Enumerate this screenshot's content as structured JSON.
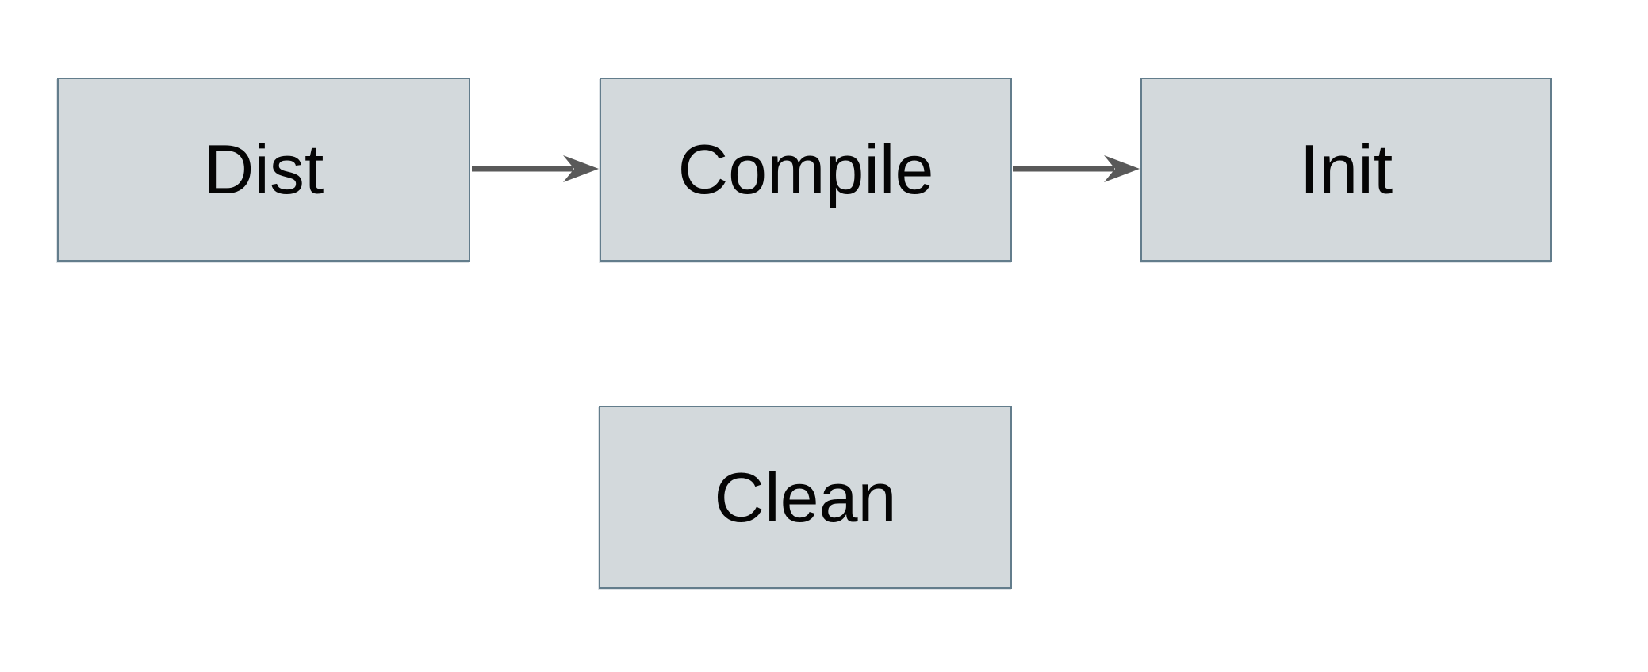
{
  "diagram": {
    "title": "build-targets-flowchart",
    "theme": {
      "bg_color": "#ffffff",
      "box_fill": "#d3d9dc",
      "box_border": "#637d8c",
      "arrow_color": "#595959",
      "text_color": "#050505"
    },
    "nodes": [
      {
        "id": "dist",
        "label": "Dist"
      },
      {
        "id": "compile",
        "label": "Compile"
      },
      {
        "id": "init",
        "label": "Init"
      },
      {
        "id": "clean",
        "label": "Clean"
      }
    ],
    "edges": [
      {
        "from": "Dist",
        "to": "Compile",
        "direction": "right"
      },
      {
        "from": "Compile",
        "to": "Init",
        "direction": "right"
      }
    ]
  }
}
